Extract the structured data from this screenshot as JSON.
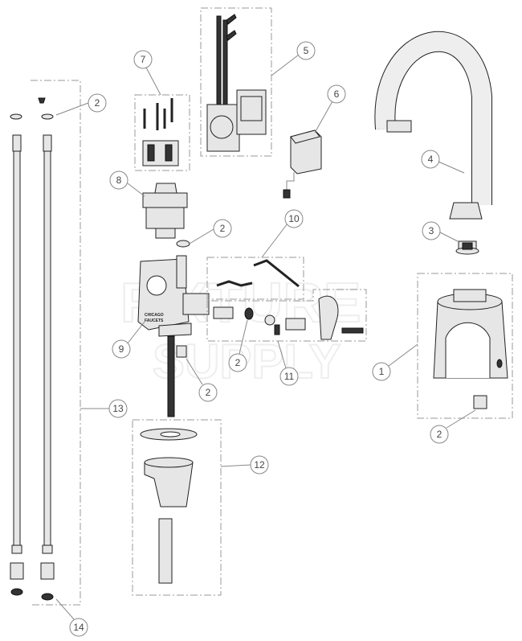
{
  "watermark": {
    "line1": "FIXTURE",
    "line2": "SUPPLY"
  },
  "brand_mark": {
    "line1": "CHICAGO",
    "line2": "FAUCETS"
  },
  "callouts": [
    "1",
    "2",
    "3",
    "4",
    "5",
    "6",
    "7",
    "8",
    "9",
    "10",
    "11",
    "12",
    "13",
    "14"
  ],
  "accent_color": "#888888"
}
